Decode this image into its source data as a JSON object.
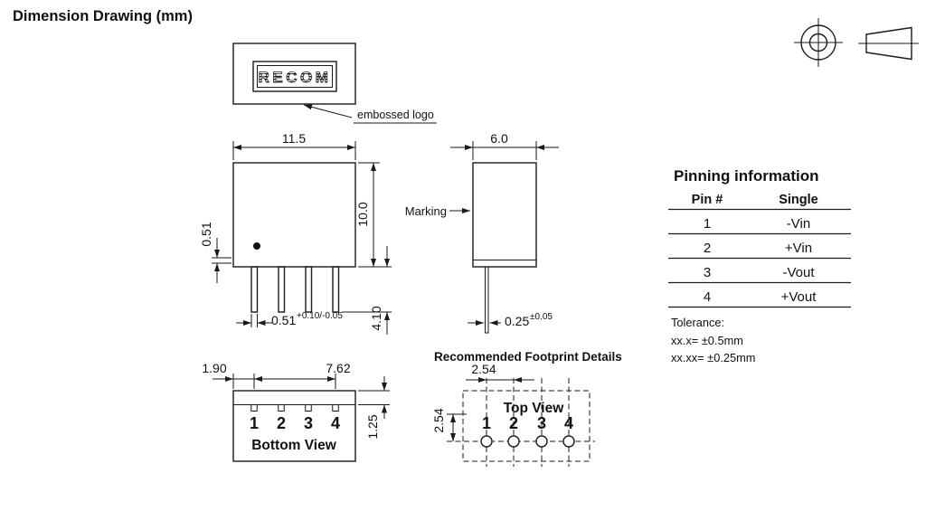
{
  "title": "Dimension Drawing (mm)",
  "logo_view": {
    "logo_text": "RECOM",
    "callout": "embossed logo"
  },
  "front_view": {
    "width": "11.5",
    "height": "10.0",
    "standoff": "0.51",
    "pin_length": "4.10",
    "pin_width": "0.51",
    "pin_width_tol": "+0.10/-0.05"
  },
  "side_view": {
    "depth": "6.0",
    "marking": "Marking",
    "pin_thickness": "0.25",
    "pin_thickness_tol": "±0.05"
  },
  "bottom_view": {
    "label": "Bottom View",
    "pins": [
      "1",
      "2",
      "3",
      "4"
    ],
    "edge_to_pin1": "1.90",
    "pin1_to_pin4": "7.62",
    "row_offset": "1.25"
  },
  "footprint": {
    "title": "Recommended Footprint Details",
    "label": "Top View",
    "pins": [
      "1",
      "2",
      "3",
      "4"
    ],
    "pitch": "2.54",
    "row_pitch": "2.54"
  },
  "pinning": {
    "title": "Pinning information",
    "headers": {
      "pin": "Pin #",
      "single": "Single"
    },
    "rows": [
      {
        "pin": "1",
        "single": "-Vin"
      },
      {
        "pin": "2",
        "single": "+Vin"
      },
      {
        "pin": "3",
        "single": "-Vout"
      },
      {
        "pin": "4",
        "single": "+Vout"
      }
    ]
  },
  "tolerance": {
    "heading": "Tolerance:",
    "rule1": "xx.x= ±0.5mm",
    "rule2": "xx.xx= ±0.25mm"
  }
}
